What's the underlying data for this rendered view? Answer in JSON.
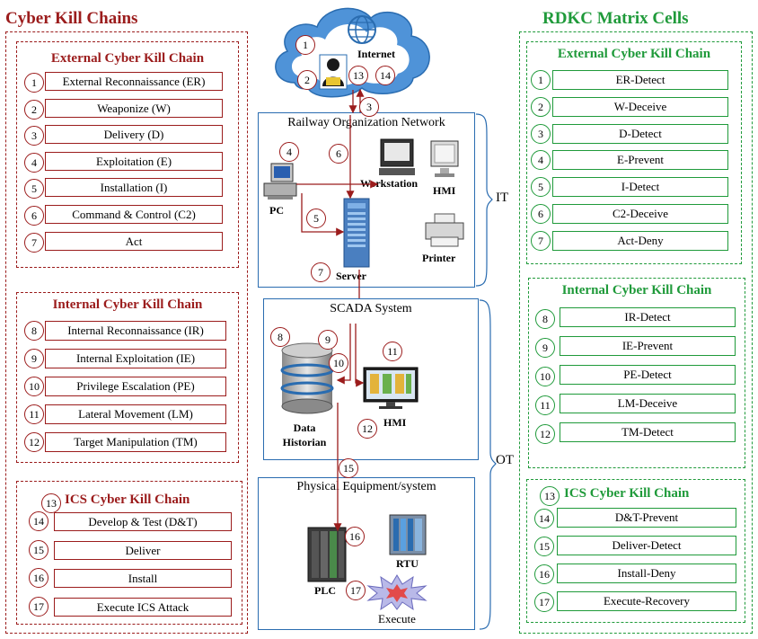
{
  "left": {
    "title": "Cyber Kill Chains",
    "external": {
      "title": "External Cyber Kill Chain",
      "items": [
        {
          "num": "1",
          "label": "External Reconnaissance (ER)"
        },
        {
          "num": "2",
          "label": "Weaponize (W)"
        },
        {
          "num": "3",
          "label": "Delivery (D)"
        },
        {
          "num": "4",
          "label": "Exploitation (E)"
        },
        {
          "num": "5",
          "label": "Installation (I)"
        },
        {
          "num": "6",
          "label": "Command & Control (C2)"
        },
        {
          "num": "7",
          "label": "Act"
        }
      ]
    },
    "internal": {
      "title": "Internal Cyber Kill Chain",
      "items": [
        {
          "num": "8",
          "label": "Internal Reconnaissance (IR)"
        },
        {
          "num": "9",
          "label": "Internal Exploitation (IE)"
        },
        {
          "num": "10",
          "label": "Privilege Escalation (PE)"
        },
        {
          "num": "11",
          "label": "Lateral Movement (LM)"
        },
        {
          "num": "12",
          "label": "Target Manipulation (TM)"
        }
      ]
    },
    "ics": {
      "num": "13",
      "title": "ICS Cyber Kill Chain",
      "items": [
        {
          "num": "14",
          "label": "Develop & Test (D&T)"
        },
        {
          "num": "15",
          "label": "Deliver"
        },
        {
          "num": "16",
          "label": "Install"
        },
        {
          "num": "17",
          "label": "Execute ICS Attack"
        }
      ]
    }
  },
  "right": {
    "title": "RDKC Matrix Cells",
    "external": {
      "title": "External Cyber Kill Chain",
      "items": [
        {
          "num": "1",
          "label": "ER-Detect"
        },
        {
          "num": "2",
          "label": "W-Deceive"
        },
        {
          "num": "3",
          "label": "D-Detect"
        },
        {
          "num": "4",
          "label": "E-Prevent"
        },
        {
          "num": "5",
          "label": "I-Detect"
        },
        {
          "num": "6",
          "label": "C2-Deceive"
        },
        {
          "num": "7",
          "label": "Act-Deny"
        }
      ]
    },
    "internal": {
      "title": "Internal Cyber Kill Chain",
      "items": [
        {
          "num": "8",
          "label": "IR-Detect"
        },
        {
          "num": "9",
          "label": "IE-Prevent"
        },
        {
          "num": "10",
          "label": "PE-Detect"
        },
        {
          "num": "11",
          "label": "LM-Deceive"
        },
        {
          "num": "12",
          "label": "TM-Detect"
        }
      ]
    },
    "ics": {
      "num": "13",
      "title": "ICS Cyber Kill Chain",
      "items": [
        {
          "num": "14",
          "label": "D&T-Prevent"
        },
        {
          "num": "15",
          "label": "Deliver-Detect"
        },
        {
          "num": "16",
          "label": "Install-Deny"
        },
        {
          "num": "17",
          "label": "Execute-Recovery"
        }
      ]
    }
  },
  "center": {
    "internet": "Internet",
    "railway": "Railway Organization Network",
    "scada": "SCADA System",
    "physical": "Physical Equipment/system",
    "it_label": "IT",
    "ot_label": "OT",
    "devices": {
      "pc": "PC",
      "workstation": "Workstation",
      "hmi_it": "HMI",
      "server": "Server",
      "printer": "Printer",
      "data_historian": "Data Historian",
      "hmi_ot": "HMI",
      "rtu": "RTU",
      "plc": "PLC",
      "execute": "Execute"
    },
    "step_nums": [
      "1",
      "2",
      "13",
      "14",
      "3",
      "4",
      "6",
      "5",
      "7",
      "8",
      "9",
      "10",
      "11",
      "12",
      "15",
      "16",
      "17"
    ]
  },
  "colors": {
    "red": "#9b1c1c",
    "green": "#1f9a3a",
    "blue": "#2a6cb0",
    "arrow": "#9b1c1c"
  }
}
